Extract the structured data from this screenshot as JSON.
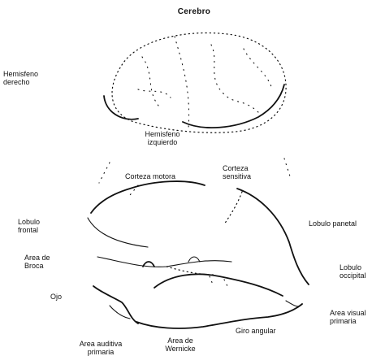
{
  "labels": {
    "cerebro": "Cerebro",
    "hemisferio_derecho": "Hemisfeno\nderecho",
    "hemisferio_izquierdo": "Hemisfeno\nizquierdo",
    "corteza_motora": "Corteza motora",
    "corteza_sensitiva": "Corteza\nsensitiva",
    "lobulo_frontal": "Lobulo\nfrontal",
    "lobulo_parietal": "Lobulo panetal",
    "area_broca": "Area de\nBroca",
    "lobulo_occipital": "Lobulo\noccipital",
    "ojo": "Ojo",
    "area_visual_primaria": "Area visual\nprimaria",
    "giro_angular": "Giro angular",
    "area_auditiva_primaria": "Area auditiva\nprimaria",
    "area_wernicke": "Area de\nWernicke"
  }
}
